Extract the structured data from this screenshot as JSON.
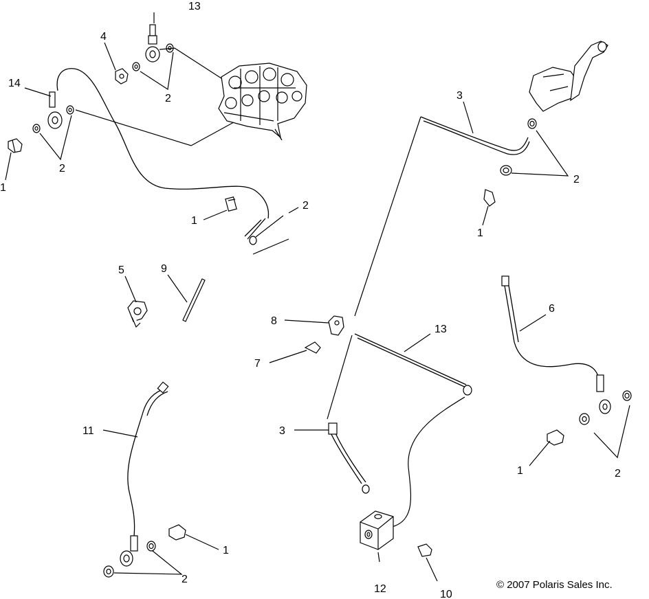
{
  "copyright": "© 2007 Polaris Sales Inc.",
  "callouts": {
    "c13_top": "13",
    "c4": "4",
    "c14": "14",
    "c2_a": "2",
    "c2_b": "2",
    "c1_a": "1",
    "c2_c": "2",
    "c1_b": "1",
    "c3_top": "3",
    "c2_d": "2",
    "c1_c": "1",
    "c5": "5",
    "c9": "9",
    "c8": "8",
    "c7": "7",
    "c13_mid": "13",
    "c6": "6",
    "c11": "11",
    "c3_bot": "3",
    "c1_d": "1",
    "c2_e": "2",
    "c1_e": "1",
    "c2_f": "2",
    "c12": "12",
    "c10": "10"
  }
}
